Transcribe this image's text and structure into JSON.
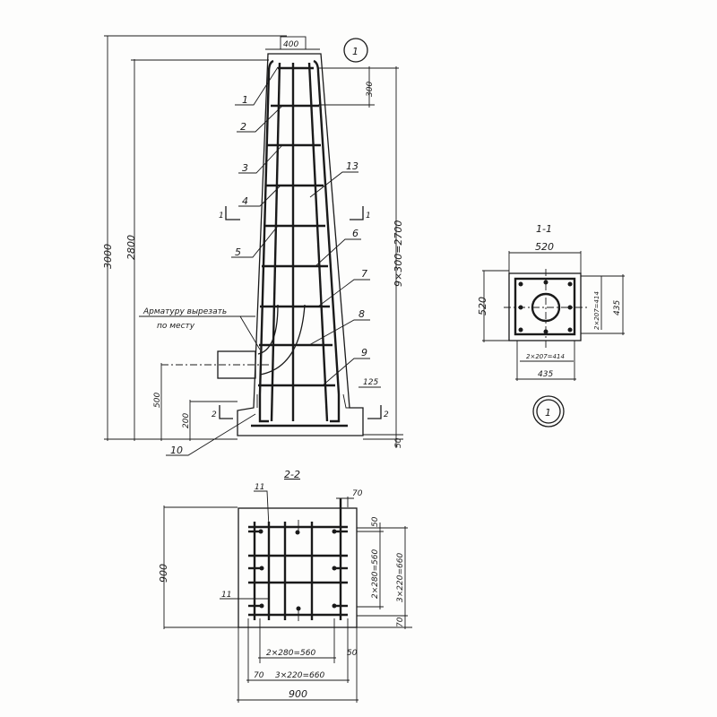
{
  "elevation": {
    "view_mark": "1",
    "dims": {
      "total_height": "3000",
      "height_2800": "2800",
      "top_width": "400",
      "top_300": "300",
      "stirrup_spacing": "9×300=2700",
      "duct_500": "500",
      "step_200": "200",
      "bottom_50": "50",
      "step_125": "125"
    },
    "positions": [
      "1",
      "2",
      "3",
      "4",
      "5",
      "6",
      "7",
      "8",
      "9",
      "10",
      "13"
    ],
    "note_line1": "Арматуру вырезать",
    "note_line2": "по месту",
    "section_marks": {
      "s1_left": "1",
      "s1_right": "1",
      "s2_left": "2",
      "s2_right": "2"
    }
  },
  "section_1_1": {
    "title": "1-1",
    "dims": {
      "width": "520",
      "height": "520",
      "inner_v": "2×207=414",
      "outer_v": "435",
      "inner_h": "2×207=414",
      "outer_h": "435"
    },
    "mark": "1"
  },
  "section_2_2": {
    "title": "2-2",
    "dims": {
      "height": "900",
      "width": "900",
      "d70_top": "70",
      "d50_right": "50",
      "v_280": "2×280=560",
      "v_220": "3×220=660",
      "v70": "70",
      "h_280": "2×280=560",
      "h50": "50",
      "h70": "70",
      "h_220": "3×220=660"
    },
    "positions": [
      "11",
      "11"
    ]
  }
}
